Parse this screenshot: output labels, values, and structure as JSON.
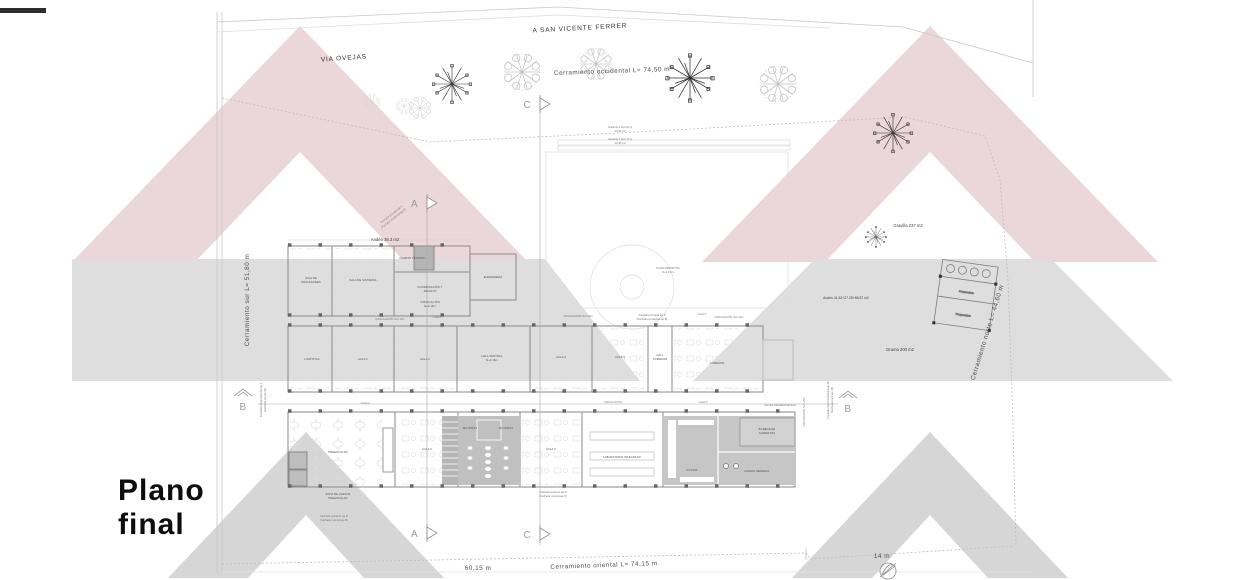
{
  "colors": {
    "watermark_pink": "#ebd6da",
    "watermark_gray_mid": "#dedede",
    "watermark_gray_bottom": "#d6d6d6",
    "wall_ink": "#8a8a8a",
    "service_fill": "#c6c6c6"
  },
  "title": {
    "line1": "Plano",
    "line2": "final"
  },
  "site": {
    "road": "A SAN VICENTE FERRER",
    "street": "VIA OVEJAS",
    "plaza_1": "PLAZA DEPORTIVA",
    "plaza_2": "N+0,15 m",
    "graderia2_1": "Gradería 2 N+0,00 m",
    "graderia2_2": "23,48 m2",
    "graderia1_1": "Gradería 1 N+0,15 m",
    "graderia1_2": "23,48 m2"
  },
  "fences": {
    "west": "Cerramiento occidental L= 74,50 m",
    "south": "Cerramiento sur L= 51,80 m",
    "north": "Cerramiento norte L= 44,60 m",
    "east": "Cerramiento oriental L= 74,15 m"
  },
  "dims": {
    "east_left": "60,15 m",
    "right": "14 m"
  },
  "areas": {
    "anden_top": "Andén 36.3 m2",
    "gravilla": "Gravilla 237 m2",
    "anden_right": "Andén 41.62+27.25+68.87 m2",
    "grama": "Grama 200 m2"
  },
  "sections": {
    "a": "A",
    "b": "B",
    "c": "C"
  },
  "rooms": {
    "sala_prof_1": "SALA DE",
    "sala_prof_2": "PROFESORES",
    "sala_sistemas": "SALA DE SISTEMAS",
    "cuarto_tecnico": "CUARTO TÉCNICO",
    "enfermeria": "ENFERMERÍA",
    "coordinacion_1": "COORDINACIÓN Y",
    "coordinacion_2": "ARCHIVO",
    "circ_block1_1": "CIRCULACIÓN",
    "circ_block1_2": "N+0.15m",
    "logistica": "LOGÍSTICA",
    "aula1": "AULA 1",
    "aula2": "AULA 2",
    "hall_central_1": "HALL CENTRAL",
    "hall_central_2": "N+0.15m",
    "aula3": "AULA 3",
    "aula4": "AULA 4",
    "hall_comedor_1": "HALL",
    "hall_comedor_2": "COMEDOR",
    "comedor": "COMEDOR",
    "preescolar": "PREESCOLAR",
    "aula6": "AULA 6",
    "aula5": "AULA 5",
    "wc_ninos": "WC NIÑOS",
    "wc_ninas": "WC NIÑAS",
    "laboratorio": "LABORATORIO INTEGRADO",
    "cocina": "COCINA",
    "bodega_1": "BODEGA DE",
    "bodega_2": "ALIMENTOS",
    "lavado": "LAVADO GENERAL",
    "zona_juegos_1": "ZONA DE JUEGOS",
    "zona_juegos_2": "PREESCOLAR"
  },
  "annotations": {
    "circ_mid": "CIRCULACIÓN N+0.15m",
    "canal1": "Canal 1",
    "canal2": "Canal 2",
    "canal3": "Canal 3",
    "circulacion_plain": "CIRCULACIÓN",
    "salida": "SALIDA DE EMERGENCIA",
    "fach_principal_1": "Fachada principal eje 8",
    "fach_principal_2": "(Fachada occidental eje B)",
    "fach_posterior_1": "Fachada posterior eje 8",
    "fach_posterior_2": "(Fachada oriental eje 8)",
    "fach_posterior_b_1": "Fachada posterior eje B",
    "fach_posterior_b_2": "(Fachada oriental eje B)",
    "fach_diag_1": "Fachada principal eje 1",
    "fach_diag_2": "(Fachada occidental eje A)",
    "fach_der_1": "Fachada lateral derecha eje 1",
    "fach_der_2": "(Fachada sur eje 16)",
    "fach_izq_1": "Fachada lateral izquierda eje 16",
    "fach_izq_2": "(Fachada norte eje 16)",
    "circ_vert": "CIRCULACIÓN N+0.15m"
  },
  "parking": {
    "label1": "Parqueadero",
    "label2": "Parqueadero"
  }
}
